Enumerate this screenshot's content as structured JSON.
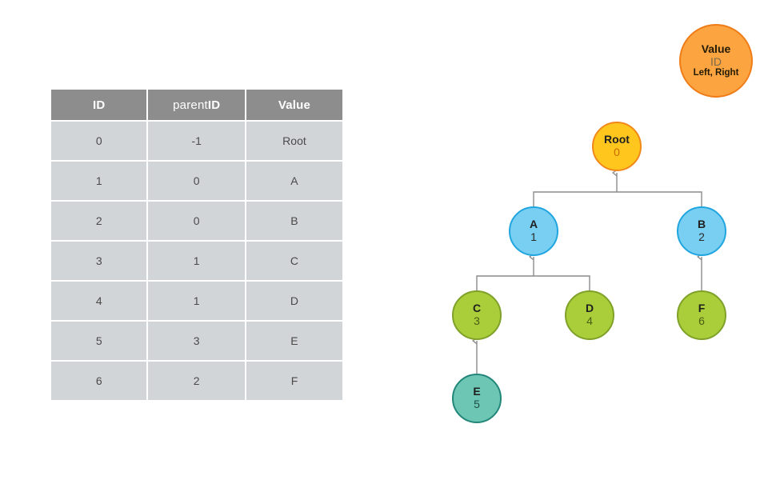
{
  "table": {
    "columns": [
      {
        "parts": [
          {
            "text": "ID",
            "bold": true
          }
        ],
        "plain": "ID"
      },
      {
        "parts": [
          {
            "text": "parent",
            "bold": false
          },
          {
            "text": "ID",
            "bold": true
          }
        ],
        "plain": "parentID"
      },
      {
        "parts": [
          {
            "text": "Value",
            "bold": true
          }
        ],
        "plain": "Value"
      }
    ],
    "rows": [
      {
        "id": "0",
        "parentID": "-1",
        "value": "Root"
      },
      {
        "id": "1",
        "parentID": "0",
        "value": "A"
      },
      {
        "id": "2",
        "parentID": "0",
        "value": "B"
      },
      {
        "id": "3",
        "parentID": "1",
        "value": "C"
      },
      {
        "id": "4",
        "parentID": "1",
        "value": "D"
      },
      {
        "id": "5",
        "parentID": "3",
        "value": "E"
      },
      {
        "id": "6",
        "parentID": "2",
        "value": "F"
      }
    ]
  },
  "legend": {
    "value_label": "Value",
    "id_label": "ID",
    "children_label": "Left, Right"
  },
  "tree": {
    "nodes": [
      {
        "key": "root",
        "label": "Root",
        "number": "0"
      },
      {
        "key": "a",
        "label": "A",
        "number": "1"
      },
      {
        "key": "b",
        "label": "B",
        "number": "2"
      },
      {
        "key": "c",
        "label": "C",
        "number": "3"
      },
      {
        "key": "d",
        "label": "D",
        "number": "4"
      },
      {
        "key": "f",
        "label": "F",
        "number": "6"
      },
      {
        "key": "e",
        "label": "E",
        "number": "5"
      }
    ],
    "edges": [
      {
        "from": "a",
        "to": "root"
      },
      {
        "from": "b",
        "to": "root"
      },
      {
        "from": "c",
        "to": "a"
      },
      {
        "from": "d",
        "to": "a"
      },
      {
        "from": "f",
        "to": "b"
      },
      {
        "from": "e",
        "to": "c"
      }
    ]
  },
  "colors": {
    "header_gray": "#8d8d8d",
    "cell_gray": "#d2d5d7",
    "root_fill": "#ffc61e",
    "root_stroke": "#f0881a",
    "blue_fill": "#79cff2",
    "blue_stroke": "#20a5df",
    "green_fill": "#a9ce3a",
    "green_stroke": "#7fa12a",
    "teal_fill": "#6cc6b3",
    "teal_stroke": "#23867a",
    "legend_fill": "#fba440",
    "legend_stroke": "#ef7c17",
    "connector": "#8c8c8c"
  }
}
